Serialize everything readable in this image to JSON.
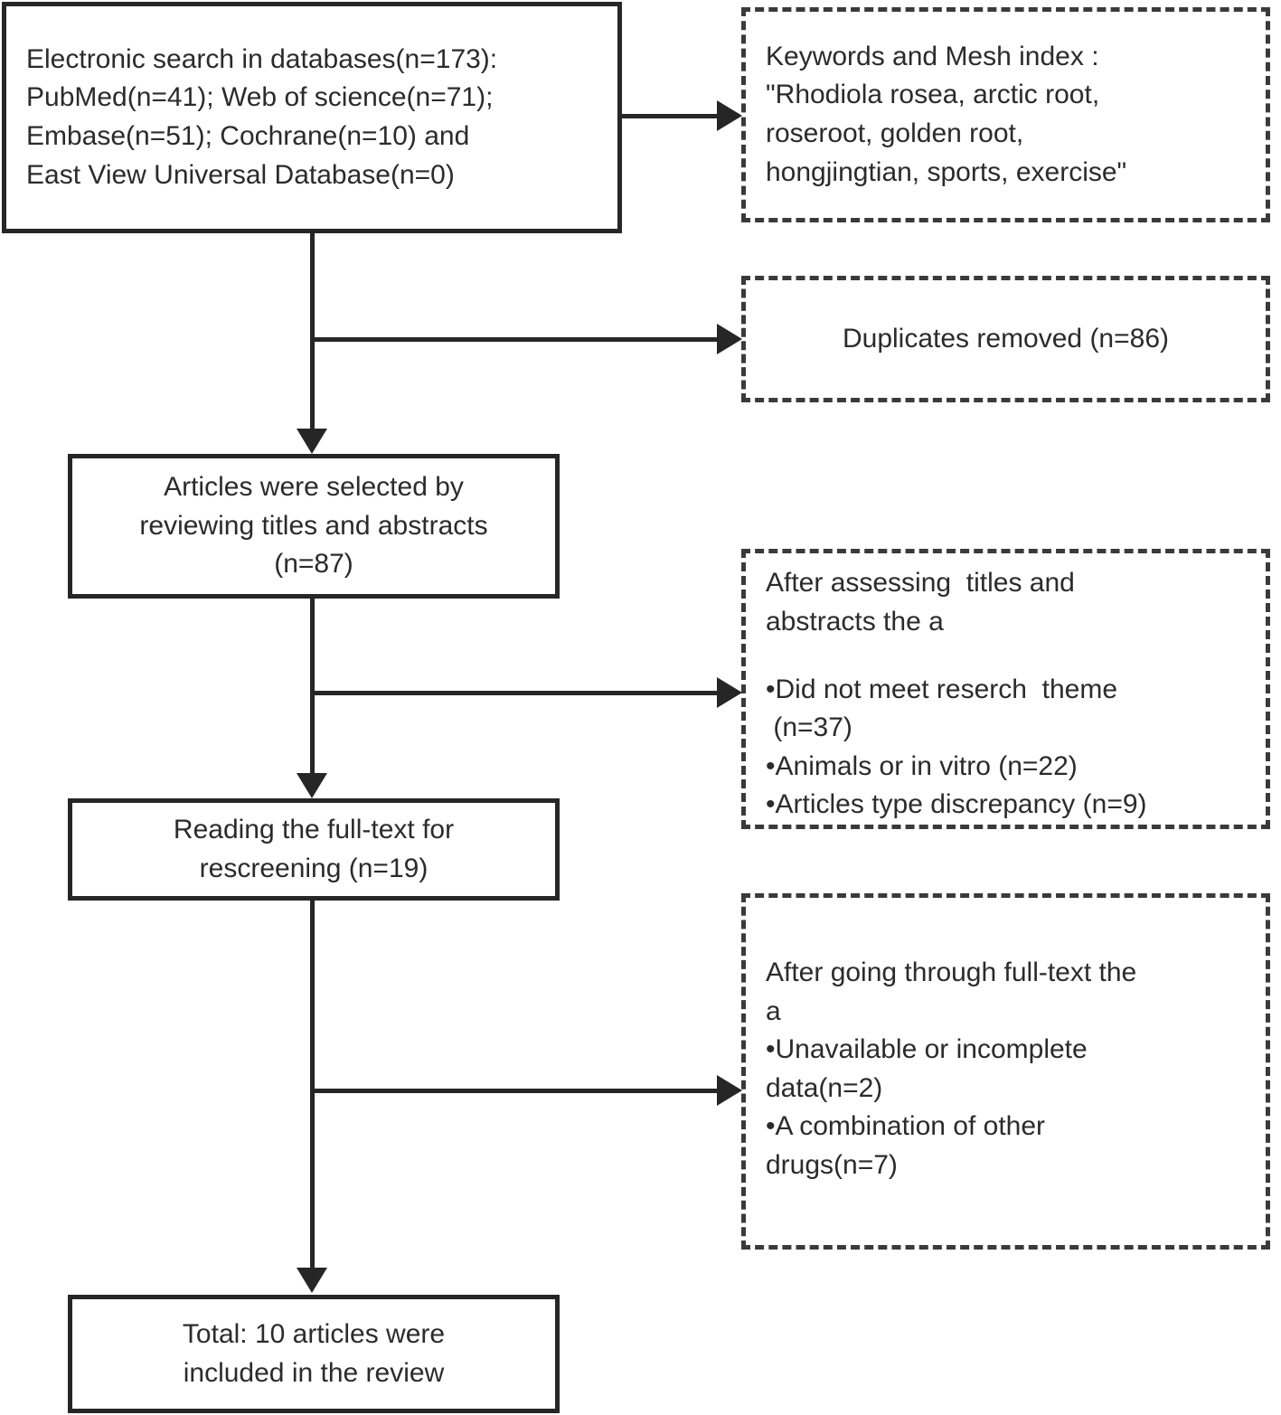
{
  "diagram": {
    "title": "PRISMA study selection flow diagram",
    "type": "flowchart",
    "accent_color": "#262626",
    "text_color": "#2b2b2b",
    "background_color": "#ffffff"
  },
  "nodes": {
    "identification": {
      "style": "solid",
      "lines": [
        "Electronic search in databases(n=173):",
        "PubMed(n=41); Web of science(n=71);",
        "Embase(n=51); Cochrane(n=10) and",
        "East View Universal Database(n=0)"
      ]
    },
    "keywords": {
      "style": "dashed",
      "lines": [
        "Keywords and Mesh index :",
        "\"Rhodiola rosea, arctic root,",
        "roseroot, golden root,",
        "hongjingtian, sports, exercise\""
      ]
    },
    "duplicates": {
      "style": "dashed",
      "lines": [
        "Duplicates removed (n=86)"
      ]
    },
    "screening": {
      "style": "solid",
      "lines": [
        "Articles were selected by",
        "reviewing titles and abstracts",
        "(n=87)"
      ]
    },
    "excluded_screening": {
      "style": "dashed",
      "header": [
        "After assessing  titles and",
        "abstracts the a"
      ],
      "bullets": [
        "•Did not meet reserch  theme",
        " (n=37)",
        "•Animals or in vitro (n=22)",
        "•Articles type discrepancy (n=9)"
      ]
    },
    "fulltext": {
      "style": "solid",
      "lines": [
        "Reading the full-text for",
        "rescreening (n=19)"
      ]
    },
    "excluded_fulltext": {
      "style": "dashed",
      "header": [
        "After going through full-text the",
        "a"
      ],
      "bullets": [
        "•Unavailable or incomplete",
        "data(n=2)",
        "•A combination of other",
        "drugs(n=7)"
      ]
    },
    "included": {
      "style": "solid",
      "lines": [
        "Total: 10 articles were",
        "included in the review"
      ]
    }
  },
  "connectors": [
    {
      "name": "identification-to-keywords",
      "kind": "arrow-right"
    },
    {
      "name": "identification-to-duplicates",
      "kind": "arrow-right"
    },
    {
      "name": "identification-to-screening",
      "kind": "arrow-down"
    },
    {
      "name": "screening-to-excluded-screening",
      "kind": "arrow-right"
    },
    {
      "name": "screening-to-fulltext",
      "kind": "arrow-down"
    },
    {
      "name": "fulltext-to-excluded-fulltext",
      "kind": "arrow-right"
    },
    {
      "name": "fulltext-to-included",
      "kind": "arrow-down"
    }
  ]
}
